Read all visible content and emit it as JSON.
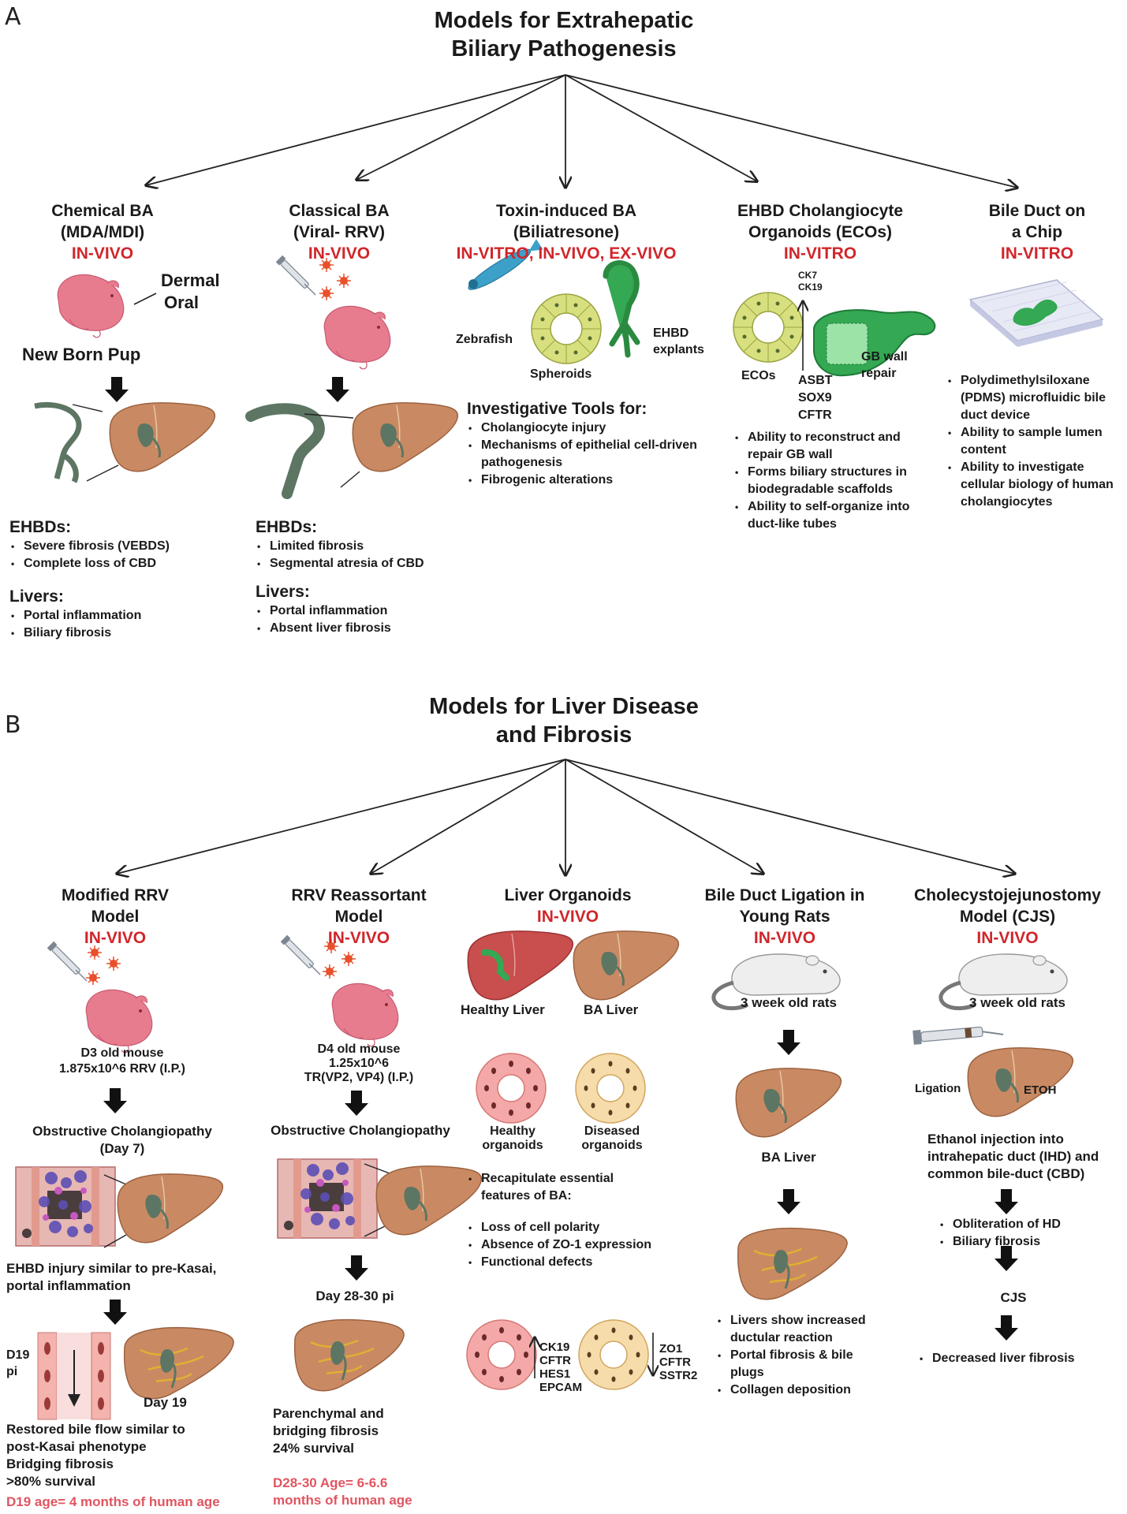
{
  "panel_a": {
    "letter": "A",
    "title_lines": [
      "Models for Extrahepatic",
      "Biliary Pathogenesis"
    ],
    "columns": [
      {
        "heading_lines": [
          "Chemical BA",
          "(MDA/MDI)"
        ],
        "setting": "IN-VIVO",
        "route_lines": [
          "Dermal",
          "Oral"
        ],
        "subject": "New Born Pup",
        "sections": [
          {
            "title": "EHBDs:",
            "items": [
              "Severe fibrosis (VEBDS)",
              "Complete loss of CBD"
            ]
          },
          {
            "title": "Livers:",
            "items": [
              "Portal inflammation",
              "Biliary fibrosis"
            ]
          }
        ]
      },
      {
        "heading_lines": [
          "Classical BA",
          "(Viral- RRV)"
        ],
        "setting": "IN-VIVO",
        "sections": [
          {
            "title": "EHBDs:",
            "items": [
              "Limited fibrosis",
              "Segmental atresia of CBD"
            ]
          },
          {
            "title": "Livers:",
            "items": [
              "Portal inflammation",
              "Absent liver fibrosis"
            ]
          }
        ]
      },
      {
        "heading_lines": [
          "Toxin-induced BA",
          "(Biliatresone)"
        ],
        "setting": "IN-VITRO, IN-VIVO, EX-VIVO",
        "image_labels": {
          "zebrafish": "Zebrafish",
          "spheroids": "Spheroids",
          "explants_lines": [
            "EHBD",
            "explants"
          ]
        },
        "tools_title": "Investigative Tools for:",
        "items": [
          "Cholangiocyte injury",
          "Mechanisms of epithelial cell-driven pathogenesis",
          "Fibrogenic alterations"
        ]
      },
      {
        "heading_lines": [
          "EHBD Cholangiocyte",
          "Organoids (ECOs)"
        ],
        "setting": "IN-VITRO",
        "image_labels": {
          "up_lines": [
            "CK7",
            "CK19"
          ],
          "ecos": "ECOs",
          "gb_lines": [
            "GB wall",
            "repair"
          ],
          "down_lines": [
            "ASBT",
            "SOX9",
            "CFTR"
          ]
        },
        "items": [
          "Ability to reconstruct and repair GB wall",
          "Forms biliary structures in biodegradable scaffolds",
          "Ability to self-organize into duct-like tubes"
        ]
      },
      {
        "heading_lines": [
          "Bile Duct on",
          "a Chip"
        ],
        "setting": "IN-VITRO",
        "items": [
          "Polydimethylsiloxane (PDMS) microfluidic bile duct device",
          "Ability to sample lumen content",
          "Ability to investigate cellular biology of human cholangiocytes"
        ]
      }
    ]
  },
  "panel_b": {
    "letter": "B",
    "title_lines": [
      "Models for Liver Disease",
      "and Fibrosis"
    ],
    "columns": [
      {
        "heading_lines": [
          "Modified RRV",
          "Model"
        ],
        "setting": "IN-VIVO",
        "dose_lines": [
          "D3 old mouse",
          "1.875x10^6 RRV (I.P.)"
        ],
        "stage1_lines": [
          "Obstructive Cholangiopathy",
          "(Day 7)"
        ],
        "stage2_lines": [
          "EHBD injury similar to pre-Kasai,",
          "portal inflammation"
        ],
        "timepoint_lines": [
          "D19",
          "pi"
        ],
        "day_label": "Day 19",
        "outcome_lines": [
          "Restored bile flow similar to",
          "post-Kasai phenotype",
          "Bridging fibrosis",
          ">80% survival"
        ],
        "age_note": "D19 age= 4 months of human age"
      },
      {
        "heading_lines": [
          "RRV Reassortant",
          "Model"
        ],
        "setting": "IN-VIVO",
        "dose_lines": [
          "D4 old mouse",
          "1.25x10^6",
          "TR(VP2, VP4) (I.P.)"
        ],
        "stage1": "Obstructive Cholangiopathy",
        "stage2": "Day 28-30 pi",
        "outcome_lines": [
          "Parenchymal and",
          "bridging fibrosis",
          "24% survival"
        ],
        "age_note_lines": [
          "D28-30 Age= 6-6.6",
          "months of human age"
        ]
      },
      {
        "heading": "Liver Organoids",
        "setting": "IN-VIVO",
        "labels": {
          "healthy_liver": "Healthy Liver",
          "ba_liver": "BA Liver",
          "healthy_org_lines": [
            "Healthy",
            "organoids"
          ],
          "diseased_org_lines": [
            "Diseased",
            "organoids"
          ]
        },
        "intro_lines": [
          "Recapitulate essential",
          "features of BA:"
        ],
        "items": [
          "Loss of cell polarity",
          "Absence of ZO-1 expression",
          "Functional defects"
        ],
        "up_markers": [
          "CK19",
          "CFTR",
          "HES1",
          "EPCAM"
        ],
        "down_markers": [
          "ZO1",
          "CFTR",
          "SSTR2"
        ]
      },
      {
        "heading_lines": [
          "Bile Duct Ligation in",
          "Young Rats"
        ],
        "setting": "IN-VIVO",
        "subject": "3 week old rats",
        "liver_label": "BA Liver",
        "items": [
          "Livers show increased ductular reaction",
          "Portal fibrosis & bile plugs",
          "Collagen deposition"
        ]
      },
      {
        "heading_lines": [
          "Cholecystojejunostomy",
          "Model (CJS)"
        ],
        "setting": "IN-VIVO",
        "subject": "3 week old rats",
        "ligation": "Ligation",
        "etoh": "ETOH",
        "step_lines": [
          "Ethanol injection into",
          "intrahepatic duct (IHD) and",
          "common bile-duct (CBD)"
        ],
        "items": [
          "Obliteration of HD",
          "Biliary fibrosis"
        ],
        "cjs": "CJS",
        "result": "Decreased liver fibrosis"
      }
    ]
  },
  "colors": {
    "setting_red": "#d0262b",
    "age_pink": "#e05560",
    "liver": "#c98a63",
    "duct_green": "#5d7563",
    "pup_pink": "#e87c8f"
  }
}
